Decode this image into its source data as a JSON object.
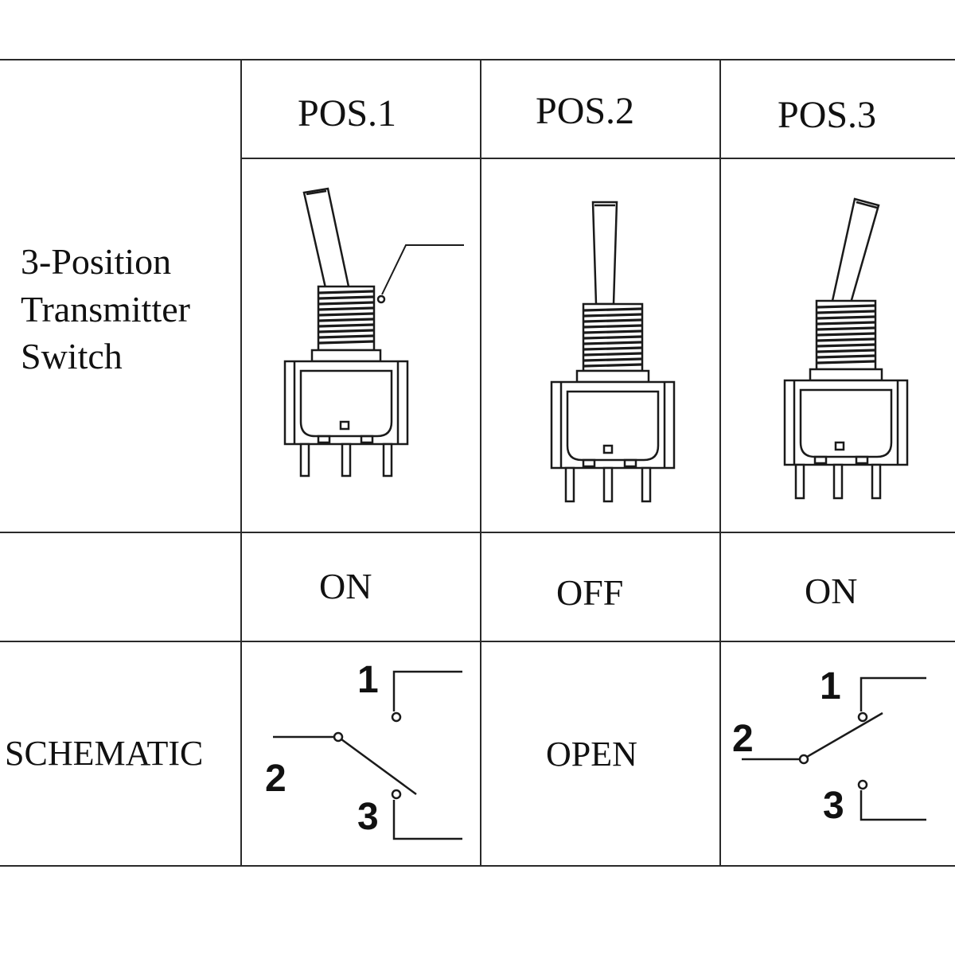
{
  "table": {
    "title_lines": [
      "3-Position",
      "Transmitter",
      "Switch"
    ],
    "headers": [
      "POS.1",
      "POS.2",
      "POS.3"
    ],
    "states": [
      "ON",
      "OFF",
      "ON"
    ],
    "schematic_label": "SCHEMATIC",
    "schematic_pos2_text": "OPEN",
    "terminal_numbers": [
      "1",
      "2",
      "3"
    ]
  },
  "colors": {
    "line": "#2a2a2a",
    "text": "#111111",
    "background": "#ffffff"
  }
}
